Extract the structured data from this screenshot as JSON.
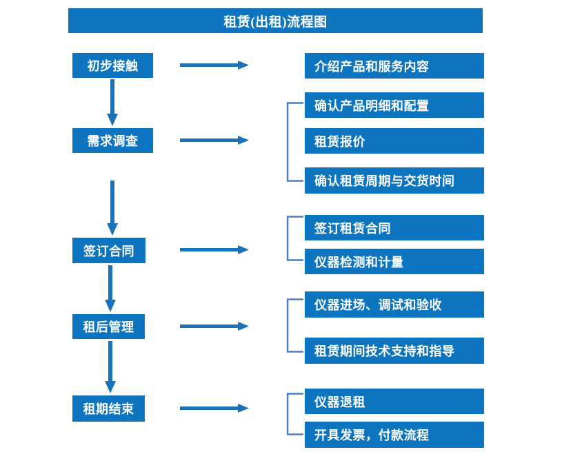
{
  "chart_data": {
    "type": "diagram",
    "title": "租赁(出租)流程图",
    "diagram_kind": "flowchart",
    "orientation": "vertical-stages-with-right-branches",
    "colors": {
      "box_fill": "#0d74c0",
      "box_text": "#ffffff",
      "arrow": "#1a72b8",
      "bracket": "#4a7fc1",
      "background": "#ffffff"
    },
    "stages": [
      {
        "id": "stage-1",
        "label": "初步接触",
        "details": [
          "介绍产品和服务内容"
        ],
        "has_bracket": false,
        "has_arrow_to_next": true
      },
      {
        "id": "stage-2",
        "label": "需求调查",
        "details": [
          "确认产品明细和配置",
          "租赁报价",
          "确认租赁周期与交货时间"
        ],
        "has_bracket": true,
        "has_arrow_to_next": true
      },
      {
        "id": "stage-3",
        "label": "签订合同",
        "details": [
          "签订租赁合同",
          "仪器检测和计量"
        ],
        "has_bracket": true,
        "has_arrow_to_next": true
      },
      {
        "id": "stage-4",
        "label": "租后管理",
        "details": [
          "仪器进场、调试和验收",
          "租赁期间技术支持和指导"
        ],
        "has_bracket": true,
        "has_arrow_to_next": true
      },
      {
        "id": "stage-5",
        "label": "租期结束",
        "details": [
          "仪器退租",
          "开具发票，付款流程"
        ],
        "has_bracket": true,
        "has_arrow_to_next": false
      }
    ]
  },
  "title": {
    "text": "租赁(出租)流程图"
  },
  "stages": [
    {
      "label": "初步接触"
    },
    {
      "label": "需求调查"
    },
    {
      "label": "签订合同"
    },
    {
      "label": "租后管理"
    },
    {
      "label": "租期结束"
    }
  ],
  "details": [
    {
      "label": "介绍产品和服务内容"
    },
    {
      "label": "确认产品明细和配置"
    },
    {
      "label": "租赁报价"
    },
    {
      "label": "确认租赁周期与交货时间"
    },
    {
      "label": "签订租赁合同"
    },
    {
      "label": "仪器检测和计量"
    },
    {
      "label": "仪器进场、调试和验收"
    },
    {
      "label": "租赁期间技术支持和指导"
    },
    {
      "label": "仪器退租"
    },
    {
      "label": "开具发票，付款流程"
    }
  ]
}
